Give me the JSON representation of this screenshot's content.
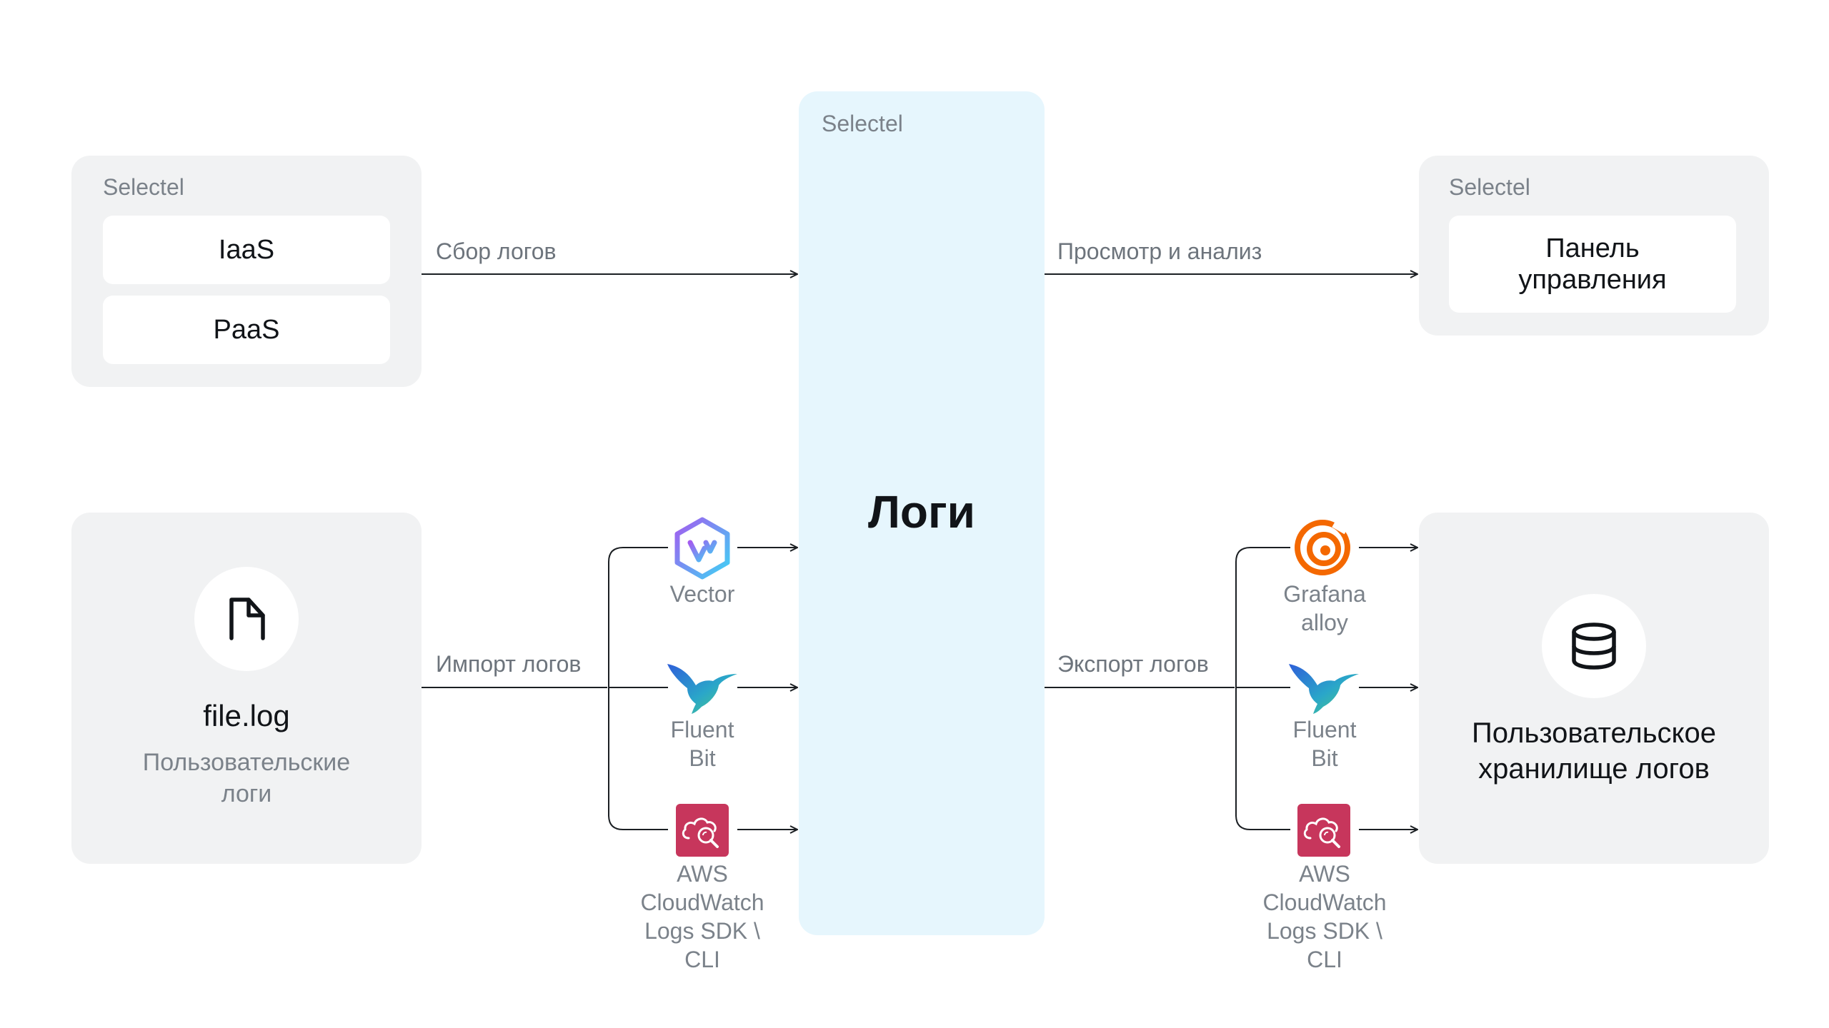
{
  "left_top": {
    "group_label": "Selectel",
    "items": [
      "IaaS",
      "PaaS"
    ]
  },
  "left_bottom": {
    "file_name": "file.log",
    "file_subtitle": "Пользовательские\nлоги",
    "icon": "file-icon"
  },
  "center": {
    "group_label": "Selectel",
    "title": "Логи"
  },
  "right_top": {
    "group_label": "Selectel",
    "panel": "Панель\nуправления"
  },
  "right_bottom": {
    "storage_label": "Пользовательское\nхранилище логов",
    "icon": "database-icon"
  },
  "edges": {
    "collect": "Сбор логов",
    "view": "Просмотр и анализ",
    "import": "Импорт логов",
    "export": "Экспорт логов"
  },
  "import_tools": [
    {
      "name": "Vector",
      "icon": "vector-logo-icon"
    },
    {
      "name": "Fluent\nBit",
      "icon": "fluent-bit-hummingbird-icon"
    },
    {
      "name": "AWS\nCloudWatch\nLogs SDK \\\nCLI",
      "icon": "aws-cloudwatch-icon"
    }
  ],
  "export_tools": [
    {
      "name": "Grafana\nalloy",
      "icon": "grafana-alloy-icon"
    },
    {
      "name": "Fluent\nBit",
      "icon": "fluent-bit-hummingbird-icon"
    },
    {
      "name": "AWS\nCloudWatch\nLogs SDK \\\nCLI",
      "icon": "aws-cloudwatch-icon"
    }
  ],
  "colors": {
    "group_bg": "#f1f2f3",
    "center_bg": "#e6f6fd",
    "aws": "#c7365c",
    "grafana": "#f46800",
    "line": "#1b1f23"
  }
}
